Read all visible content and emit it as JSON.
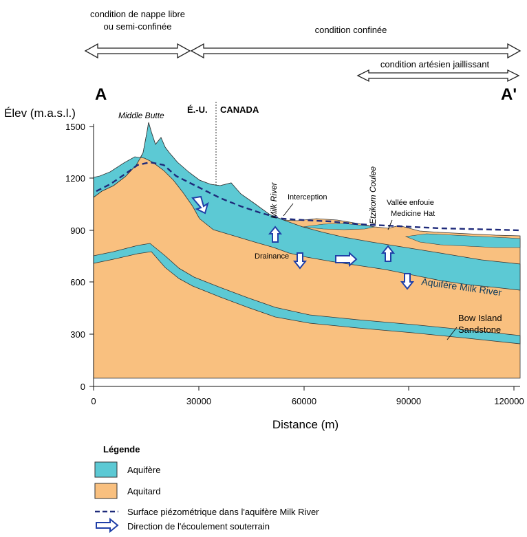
{
  "conditions": {
    "unconfined_line1": "condition de nappe libre",
    "unconfined_line2": "ou semi-confinée",
    "confined": "condition confinée",
    "artesian": "condition artésien jaillissant"
  },
  "section": {
    "start_label": "A",
    "end_label": "A'"
  },
  "axes": {
    "ylabel": "Élev (m.a.s.l.)",
    "xlabel": "Distance (m)",
    "yticks": [
      "1500",
      "1200",
      "900",
      "600",
      "300",
      "0"
    ],
    "xticks": [
      "0",
      "30000",
      "60000",
      "90000",
      "120000"
    ]
  },
  "border": {
    "us": "É.-U.",
    "canada": "CANADA"
  },
  "annotations": {
    "middle_butte": "Middle Butte",
    "milk_river": "Milk River",
    "interception": "Interception",
    "etzikom": "Etzikom Coulee",
    "valley_line1": "Vallée enfouie",
    "valley_line2": "Medicine Hat",
    "drainance": "Drainance",
    "aquifer_milk_river": "Aquifère Milk River",
    "bow_island_line1": "Bow Island",
    "bow_island_line2": "Sandstone"
  },
  "legend": {
    "title": "Légende",
    "aquifer": "Aquifère",
    "aquitard": "Aquitard",
    "piezometric": "Surface piézométrique dans l'aquifère Milk River",
    "flow": "Direction de l'écoulement souterrain"
  },
  "colors": {
    "aquifer": "#5cc9d4",
    "aquitard": "#f9c07f",
    "piezometric": "#1e2a7a",
    "flow_arrow": "#1f3fa8"
  }
}
